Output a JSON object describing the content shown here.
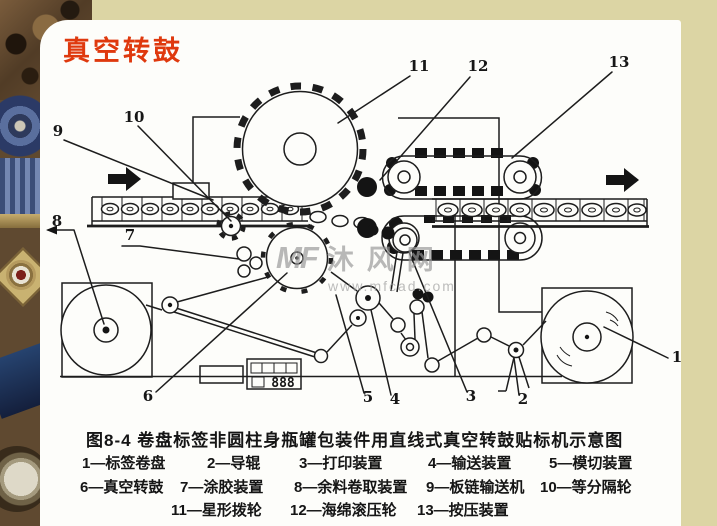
{
  "slide": {
    "title": "真空转鼓",
    "caption": "图8-4  卷盘标签非圆柱身瓶罐包装件用直线式真空转鼓贴标机示意图",
    "legend_items": [
      "1—标签卷盘",
      "2—导辊",
      "3—打印装置",
      "4—输送装置",
      "5—模切装置",
      "6—真空转鼓",
      "7—涂胶装置",
      "8—余料卷取装置",
      "9—板链输送机",
      "10—等分隔轮",
      "11—星形拨轮",
      "12—海绵滚压轮",
      "13—按压装置"
    ],
    "colors": {
      "title_red": "#df390e",
      "border_tan": "#dcd5a4",
      "paper_white": "#fdfdfa",
      "ink": "#1d1d1d",
      "watermark_gray": "#a0a0a0"
    }
  },
  "diagram": {
    "callouts": [
      "1",
      "2",
      "3",
      "4",
      "5",
      "6",
      "7",
      "8",
      "9",
      "10",
      "11",
      "12",
      "13"
    ],
    "counter_display": "888"
  },
  "watermark": {
    "logo": "MF",
    "name": "沐风网",
    "url": "www.mfcad.com"
  }
}
